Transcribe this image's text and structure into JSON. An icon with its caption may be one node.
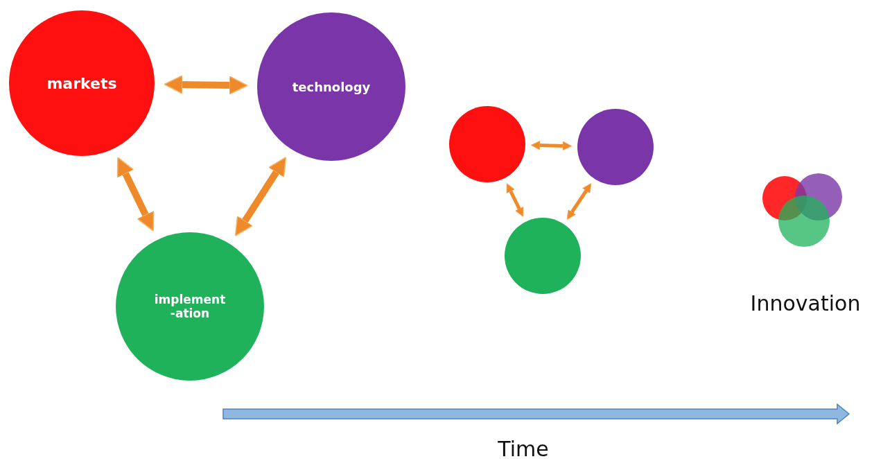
{
  "diagram": {
    "nodes": [
      {
        "text": [
          "markets"
        ]
      },
      {
        "text": [
          "technology"
        ]
      },
      {
        "text": [
          "implement -ation"
        ]
      },
      {
        "text": [],
        "shape": "circle"
      },
      {
        "text": [],
        "shape": "circle"
      },
      {
        "text": [],
        "shape": "circle"
      },
      {
        "text": [],
        "shape": "circle"
      },
      {
        "text": [],
        "shape": "circle"
      },
      {
        "text": [],
        "shape": "circle"
      }
    ],
    "edges": [
      {
        "from": 0,
        "to": 1,
        "arrow": "both",
        "style": "thick"
      },
      {
        "from": 0,
        "to": 2,
        "arrow": "both",
        "style": "thick"
      },
      {
        "from": 1,
        "to": 2,
        "arrow": "both",
        "style": "thick"
      },
      {
        "from": 3,
        "to": 4,
        "arrow": "both"
      },
      {
        "from": 3,
        "to": 5,
        "arrow": "both"
      },
      {
        "from": 4,
        "to": 5,
        "arrow": "both"
      }
    ],
    "labels": [
      "Innovation",
      "Time"
    ]
  }
}
